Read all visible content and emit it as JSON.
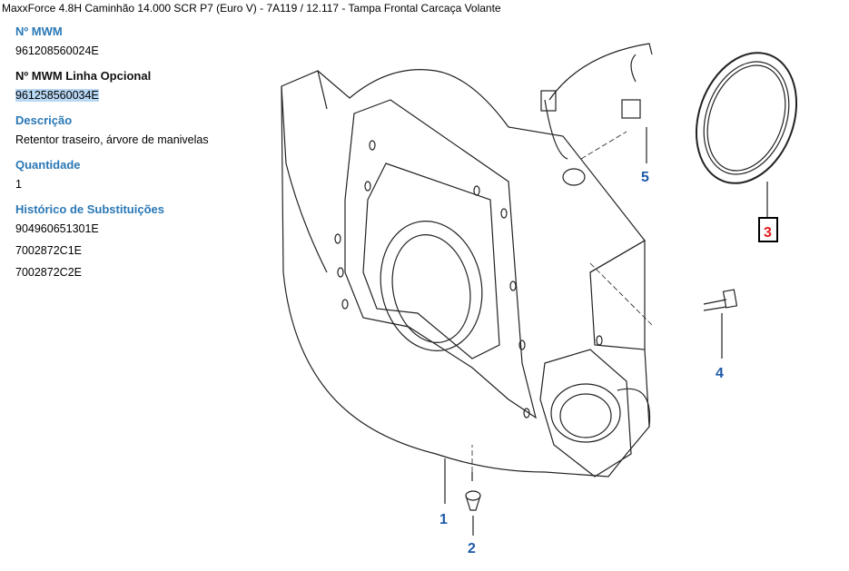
{
  "header": {
    "title": "MaxxForce 4.8H Caminhão 14.000 SCR P7 (Euro V) - 7A119  /  12.117 - Tampa Frontal Carcaça Volante"
  },
  "details": {
    "mwm_label": "Nº MWM",
    "mwm_value": "961208560024E",
    "optional_label": "Nº MWM Linha Opcional",
    "optional_value": "961258560034E",
    "description_label": "Descrição",
    "description_value": "Retentor traseiro, árvore de manivelas",
    "quantity_label": "Quantidade",
    "quantity_value": "1",
    "history_label": "Histórico de Substituições",
    "history": [
      "904960651301E",
      "7002872C1E",
      "7002872C2E"
    ]
  },
  "diagram": {
    "callouts": [
      "1",
      "2",
      "3",
      "4",
      "5"
    ],
    "highlighted_callout": "3",
    "colors": {
      "callout": "#1e5aa8",
      "highlight": "#e21b1b"
    }
  }
}
